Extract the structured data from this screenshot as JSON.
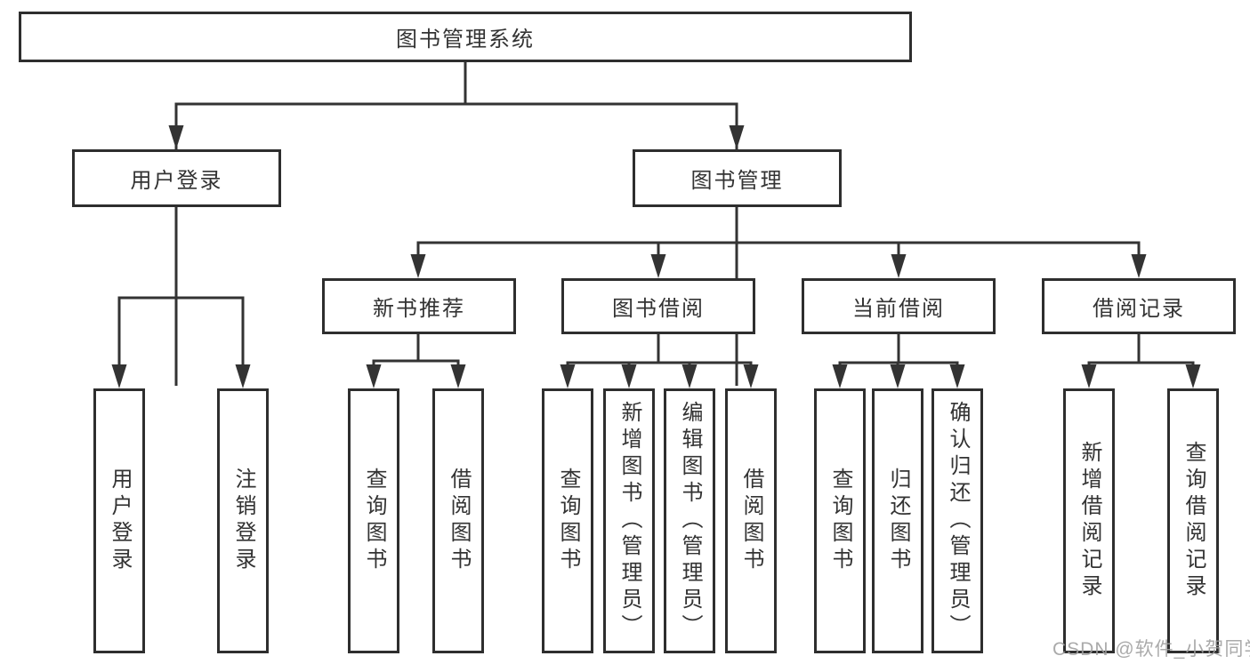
{
  "diagram_title": "图书管理系统",
  "nodes": {
    "root": "图书管理系统",
    "user_login": "用户登录",
    "book_management": "图书管理",
    "new_book_recommend": "新书推荐",
    "book_borrow": "图书借阅",
    "current_borrow": "当前借阅",
    "borrow_record": "借阅记录",
    "leaf_user_login": "用户登录",
    "leaf_logout": "注销登录",
    "leaf_nb_query": "查询图书",
    "leaf_nb_borrow": "借阅图书",
    "leaf_bb_query": "查询图书",
    "leaf_bb_add": "新增图书（管理员）",
    "leaf_bb_edit": "编辑图书（管理员）",
    "leaf_bb_borrow": "借阅图书",
    "leaf_cb_query": "查询图书",
    "leaf_cb_return": "归还图书",
    "leaf_cb_confirm": "确认归还（管理员）",
    "leaf_br_add": "新增借阅记录",
    "leaf_br_query": "查询借阅记录"
  },
  "hierarchy": {
    "图书管理系统": {
      "用户登录": [
        "用户登录",
        "注销登录"
      ],
      "图书管理": {
        "新书推荐": [
          "查询图书",
          "借阅图书"
        ],
        "图书借阅": [
          "查询图书",
          "新增图书（管理员）",
          "编辑图书（管理员）",
          "借阅图书"
        ],
        "当前借阅": [
          "查询图书",
          "归还图书",
          "确认归还（管理员）"
        ],
        "借阅记录": [
          "新增借阅记录",
          "查询借阅记录"
        ]
      }
    }
  },
  "watermark": "CSDN @软件_小贺同学",
  "colors": {
    "background": "#ffffff",
    "box_border": "#2e2e2e",
    "connector_line": "#333333",
    "text": "#333333",
    "watermark": "#9e9e9e"
  }
}
